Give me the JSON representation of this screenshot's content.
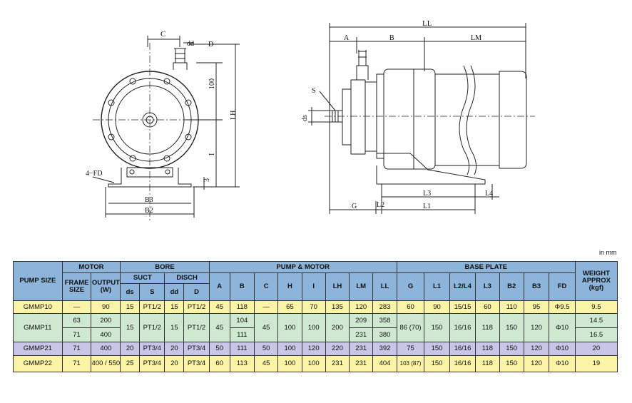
{
  "unit_note": "in  mm",
  "front_view": {
    "label_C": "C",
    "label_dd": "dd",
    "label_D": "D",
    "label_100": "100",
    "label_LH": "LH",
    "label_I": "I",
    "label_3": "3",
    "label_4FD": "4−FD",
    "label_B3": "B3",
    "label_B2": "B2"
  },
  "side_view": {
    "label_LL": "LL",
    "label_A": "A",
    "label_B": "B",
    "label_LM": "LM",
    "label_S": "S",
    "label_ds": "ds",
    "label_L3": "L3",
    "label_L4": "L4",
    "label_G": "G",
    "label_L2": "L2",
    "label_L1": "L1"
  },
  "table": {
    "h_pump_size": "PUMP SIZE",
    "h_motor": "MOTOR",
    "h_frame_size": "FRAME SIZE",
    "h_output": "OUTPUT (W)",
    "h_bore": "BORE",
    "h_suct": "SUCT",
    "h_disch": "DISCH",
    "h_ds": "ds",
    "h_s": "S",
    "h_dd": "dd",
    "h_d": "D",
    "h_pump_motor": "PUMP & MOTOR",
    "h_a": "A",
    "h_b": "B",
    "h_c": "C",
    "h_h": "H",
    "h_i": "I",
    "h_lh": "LH",
    "h_lm": "LM",
    "h_ll": "LL",
    "h_base_plate": "BASE PLATE",
    "h_g": "G",
    "h_l1": "L1",
    "h_l2l4": "L2/L4",
    "h_l3": "L3",
    "h_b2": "B2",
    "h_b3": "B3",
    "h_fd": "FD",
    "h_weight": "WEIGHT APPROX (kgf)",
    "gmmp10": {
      "name": "GMMP10",
      "frame": "—",
      "output": "90",
      "ds": "15",
      "s": "PT1/2",
      "dd": "15",
      "d": "PT1/2",
      "a": "45",
      "b": "118",
      "c": "—",
      "h": "65",
      "i": "70",
      "lh": "135",
      "lm": "120",
      "ll": "283",
      "g": "60",
      "l1": "90",
      "l2l4": "15/15",
      "l3": "60",
      "b2": "110",
      "b3": "95",
      "fd": "Φ9.5",
      "weight": "9.5"
    },
    "gmmp11": {
      "name": "GMMP11",
      "frame_1": "63",
      "frame_2": "71",
      "output_1": "200",
      "output_2": "400",
      "ds": "15",
      "s": "PT1/2",
      "dd": "15",
      "d": "PT1/2",
      "a": "45",
      "b_1": "104",
      "b_2": "111",
      "c": "45",
      "h": "100",
      "i": "100",
      "lh": "200",
      "lm_1": "209",
      "lm_2": "231",
      "ll_1": "358",
      "ll_2": "380",
      "g": "86 (70)",
      "l1": "150",
      "l2l4": "16/16",
      "l3": "118",
      "b2": "150",
      "b3": "120",
      "fd": "Φ10",
      "weight_1": "14.5",
      "weight_2": "16.5"
    },
    "gmmp21": {
      "name": "GMMP21",
      "frame": "71",
      "output": "400",
      "ds": "20",
      "s": "PT3/4",
      "dd": "20",
      "d": "PT3/4",
      "a": "50",
      "b": "111",
      "c": "50",
      "h": "100",
      "i": "120",
      "lh": "220",
      "lm": "231",
      "ll": "392",
      "g": "75",
      "l1": "150",
      "l2l4": "16/16",
      "l3": "118",
      "b2": "150",
      "b3": "120",
      "fd": "Φ10",
      "weight": "20"
    },
    "gmmp22": {
      "name": "GMMP22",
      "frame": "71",
      "output": "400 / 550",
      "ds": "25",
      "s": "PT3/4",
      "dd": "20",
      "d": "PT3/4",
      "a": "60",
      "b": "113",
      "c": "45",
      "h": "100",
      "i": "100",
      "lh": "231",
      "lm": "231",
      "ll": "404",
      "g": "103 (87)",
      "l1": "150",
      "l2l4": "16/16",
      "l3": "118",
      "b2": "150",
      "b3": "120",
      "fd": "Φ10",
      "weight": "19"
    }
  }
}
